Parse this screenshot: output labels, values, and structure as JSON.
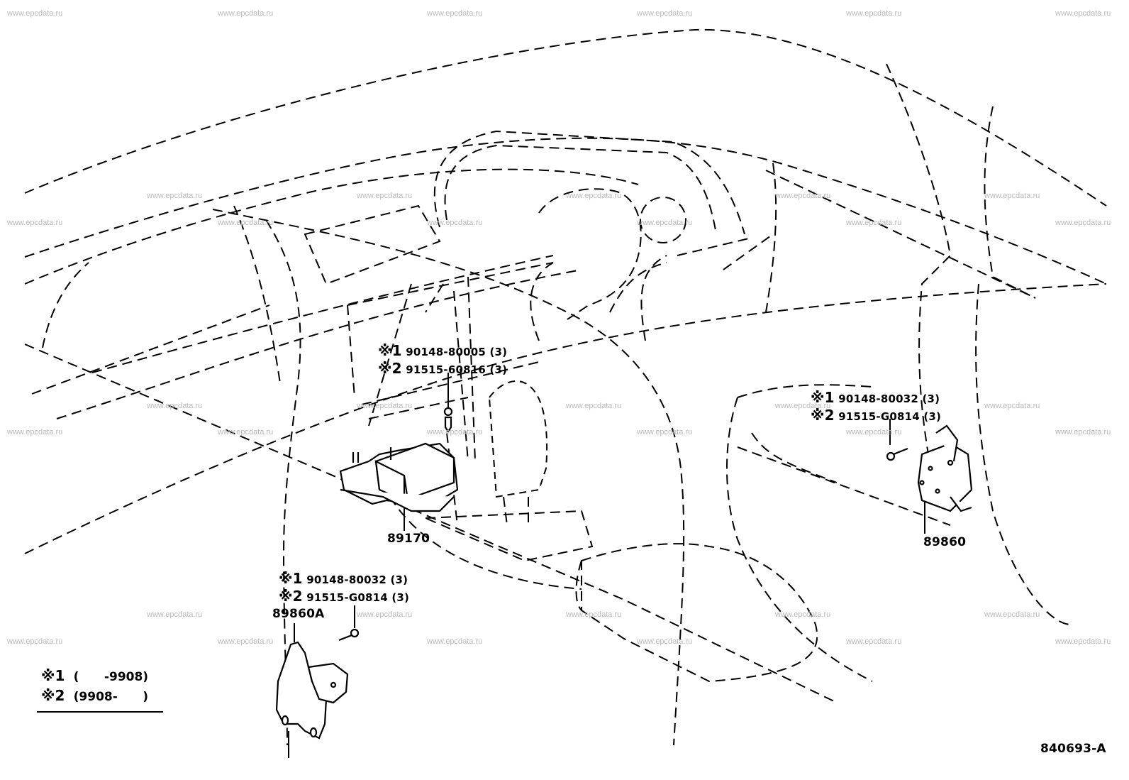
{
  "watermark": "www.epcdata.ru",
  "illustration_code": "840693-A",
  "parts": [
    {
      "id": "89170",
      "label": "89170",
      "fasteners": [
        {
          "note": "※1",
          "part_no": "90148-80005",
          "qty": "(3)"
        },
        {
          "note": "※2",
          "part_no": "91515-60816",
          "qty": "(3)"
        }
      ]
    },
    {
      "id": "89860",
      "label": "89860",
      "fasteners": [
        {
          "note": "※1",
          "part_no": "90148-80032",
          "qty": "(3)"
        },
        {
          "note": "※2",
          "part_no": "91515-G0814",
          "qty": "(3)"
        }
      ]
    },
    {
      "id": "89860A",
      "label": "89860A",
      "fasteners": [
        {
          "note": "※1",
          "part_no": "90148-80032",
          "qty": "(3)"
        },
        {
          "note": "※2",
          "part_no": "91515-G0814",
          "qty": "(3)"
        }
      ]
    }
  ],
  "legend": [
    {
      "mark": "※",
      "num": "1",
      "range": "(      -9908)"
    },
    {
      "mark": "※",
      "num": "2",
      "range": "(9908-      )"
    }
  ]
}
